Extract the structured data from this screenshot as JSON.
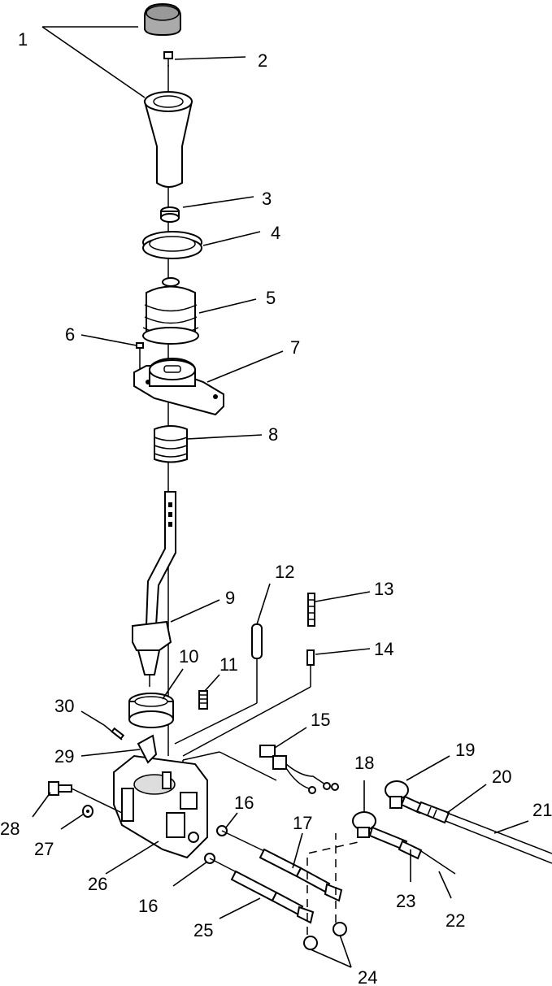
{
  "callouts": [
    "1",
    "2",
    "3",
    "4",
    "5",
    "6",
    "7",
    "8",
    "9",
    "10",
    "11",
    "12",
    "13",
    "14",
    "15",
    "16",
    "16",
    "17",
    "18",
    "19",
    "20",
    "21",
    "22",
    "23",
    "24",
    "25",
    "26",
    "27",
    "28",
    "29",
    "30"
  ]
}
